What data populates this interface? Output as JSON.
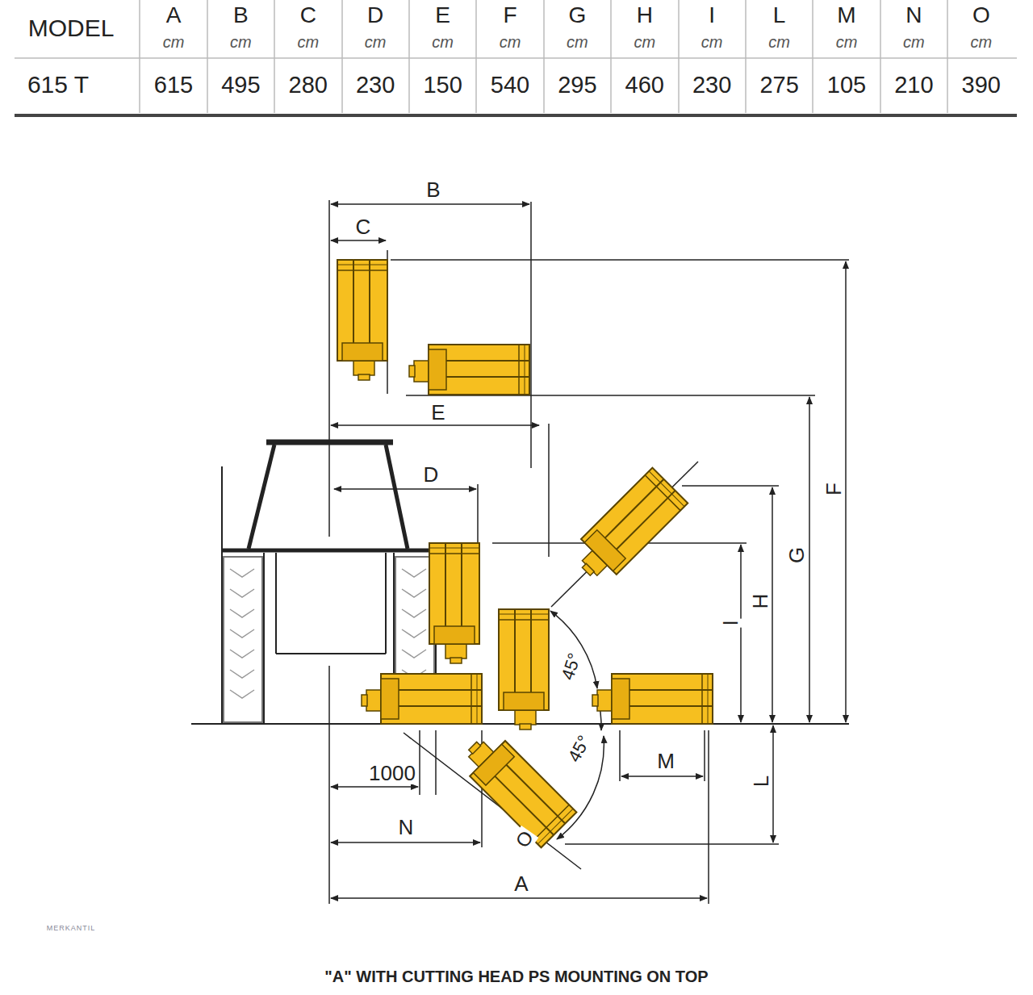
{
  "diagram": {
    "caption": "\"A\" WITH CUTTING HEAD PS MOUNTING ON TOP",
    "labels": [
      "MODEL",
      "A",
      "cm",
      "B",
      "cm",
      "C",
      "cm",
      "D",
      "cm",
      "E",
      "cm",
      "F",
      "cm",
      "G",
      "cm",
      "H",
      "cm",
      "I",
      "cm",
      "L",
      "cm",
      "M",
      "cm",
      "N",
      "cm",
      "O",
      "cm",
      "615 T",
      "615",
      "495",
      "280",
      "230",
      "150",
      "540",
      "295",
      "460",
      "230",
      "275",
      "105",
      "210",
      "390",
      "B",
      "C",
      "E",
      "D",
      "F",
      "G",
      "H",
      "I",
      "45°",
      "45°",
      "1000",
      "N",
      "M",
      "L",
      "O",
      "A",
      "MERKANTIL"
    ]
  }
}
